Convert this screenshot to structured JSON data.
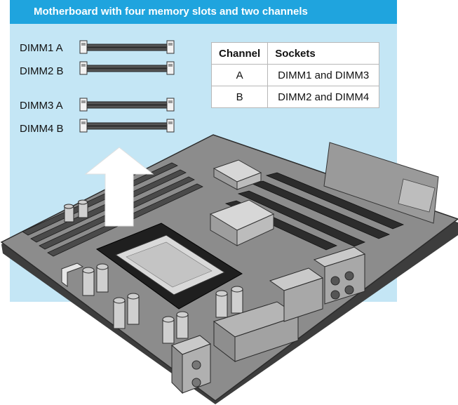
{
  "title": "Motherboard with four memory slots and two channels",
  "dimm_slots": [
    {
      "label": "DIMM1 A"
    },
    {
      "label": "DIMM2 B"
    },
    {
      "label": "DIMM3 A"
    },
    {
      "label": "DIMM4 B"
    }
  ],
  "channel_table": {
    "headers": [
      "Channel",
      "Sockets"
    ],
    "rows": [
      {
        "channel": "A",
        "sockets": "DIMM1 and DIMM3"
      },
      {
        "channel": "B",
        "sockets": "DIMM2 and DIMM4"
      }
    ]
  },
  "colors": {
    "title_bar": "#1fa4de",
    "panel_background": "#c4e6f5",
    "slot_body": "#555555",
    "board": "#8c8c8c"
  }
}
